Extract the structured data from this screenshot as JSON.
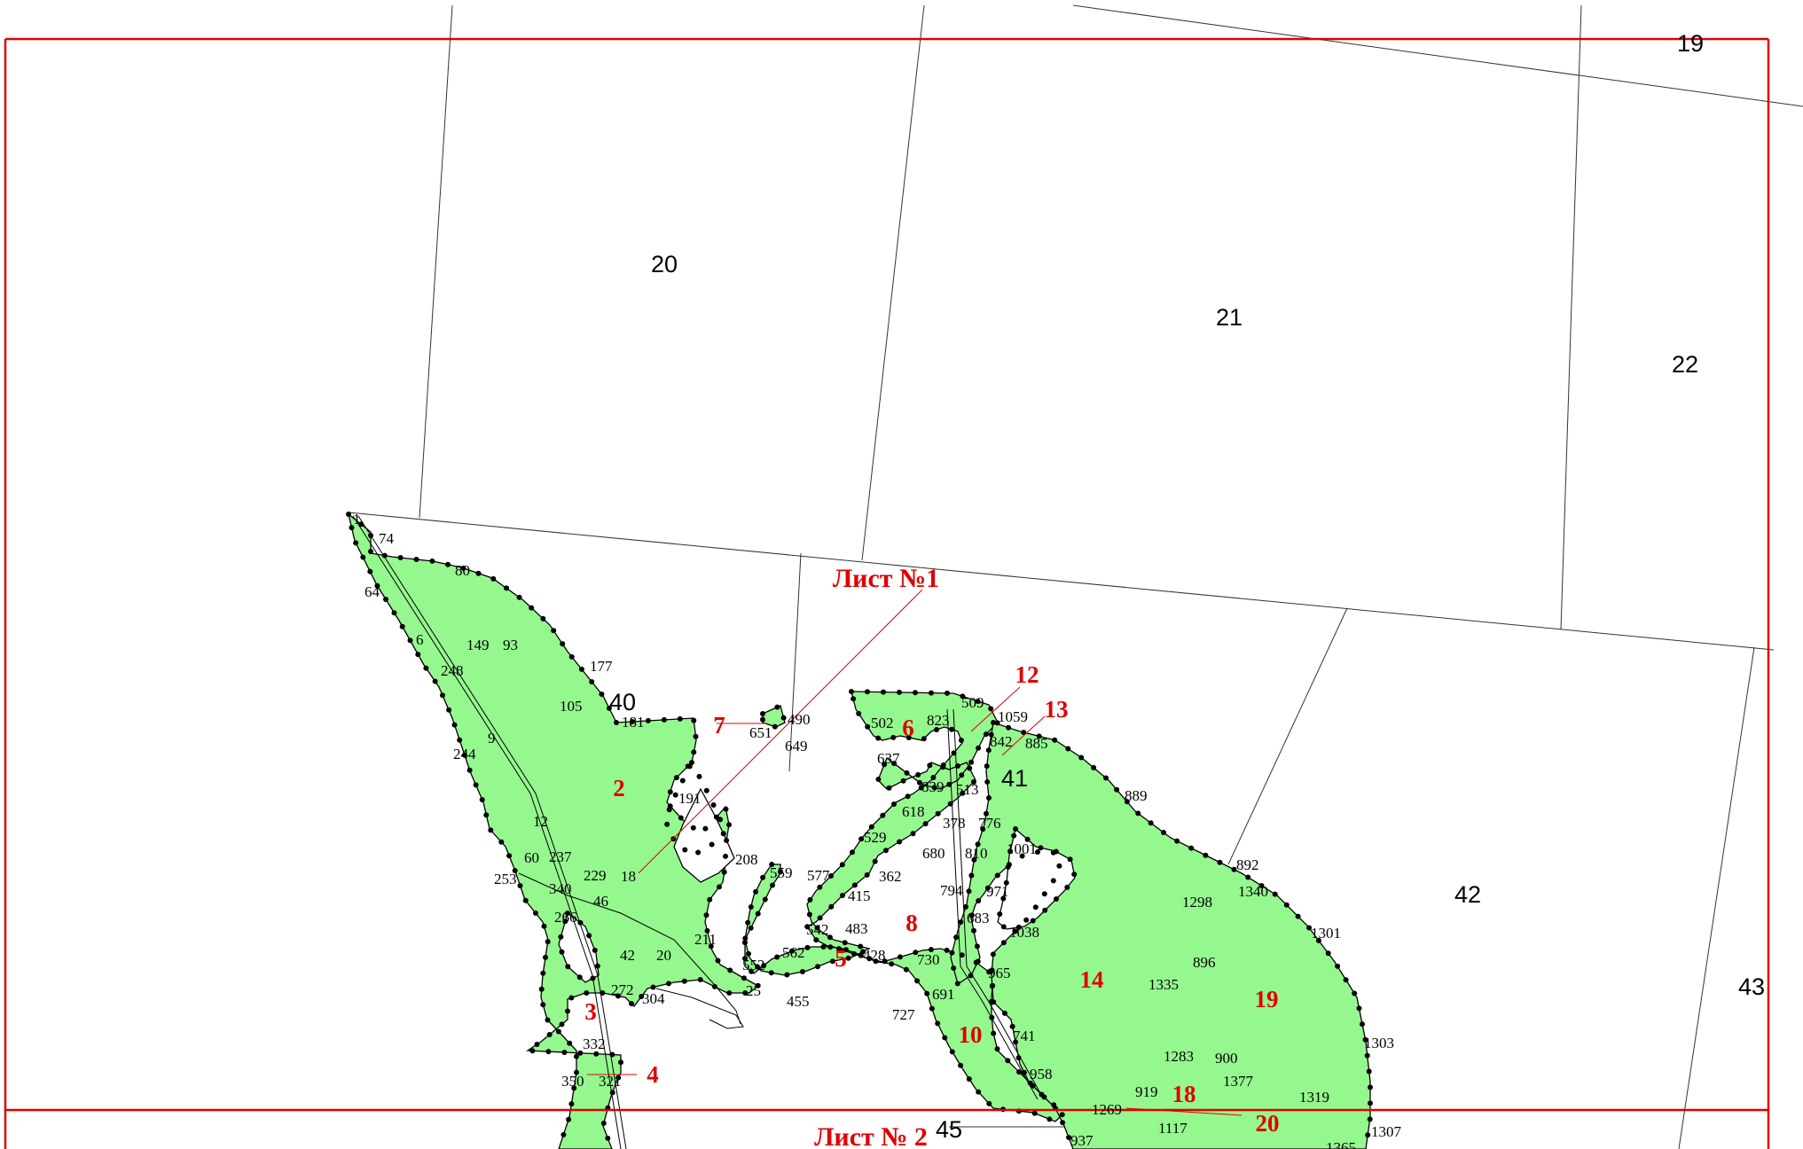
{
  "sheets": {
    "sheet1": "Лист №1",
    "sheet2": "Лист № 2"
  },
  "quarters": [
    "19",
    "20",
    "21",
    "22",
    "40",
    "41",
    "42",
    "43",
    "45"
  ],
  "contours": [
    "2",
    "3",
    "4",
    "5",
    "6",
    "7",
    "8",
    "10",
    "12",
    "13",
    "14",
    "18",
    "19",
    "20"
  ],
  "points": [
    "1",
    "74",
    "64",
    "80",
    "6",
    "149",
    "93",
    "248",
    "177",
    "105",
    "9",
    "181",
    "244",
    "191",
    "12",
    "60",
    "237",
    "253",
    "229",
    "18",
    "340",
    "46",
    "266",
    "208",
    "42",
    "20",
    "211",
    "272",
    "304",
    "332",
    "350",
    "321",
    "651",
    "490",
    "649",
    "502",
    "637",
    "509",
    "823",
    "1059",
    "842",
    "885",
    "839",
    "513",
    "618",
    "378",
    "776",
    "529",
    "680",
    "810",
    "1001",
    "559",
    "577",
    "362",
    "415",
    "794",
    "971",
    "683",
    "542",
    "483",
    "428",
    "562",
    "552",
    "25",
    "455",
    "730",
    "1038",
    "965",
    "691",
    "727",
    "741",
    "958",
    "889",
    "892",
    "1298",
    "1340",
    "1301",
    "896",
    "1335",
    "1303",
    "1283",
    "900",
    "1377",
    "1319",
    "919",
    "1269",
    "1117",
    "1307",
    "937",
    "1365"
  ],
  "colors": {
    "frame": "#e00000",
    "parcel_fill": "#95f88f",
    "contour_label": "#e00000"
  }
}
